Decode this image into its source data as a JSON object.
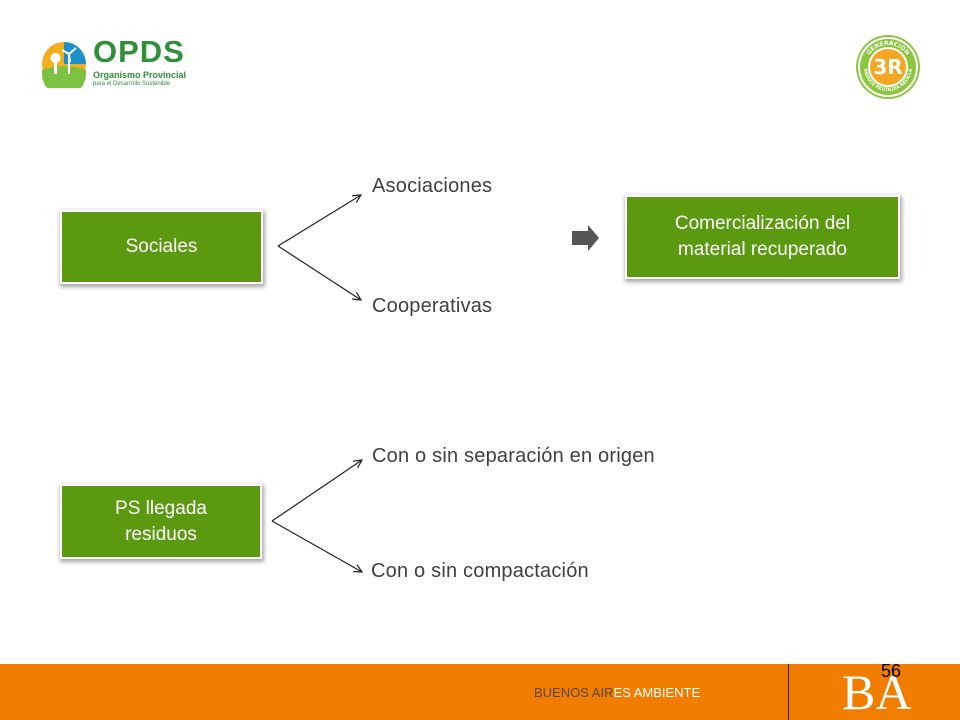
{
  "header": {
    "opds_logo": {
      "title": "OPDS",
      "subtitle": "Organismo Provincial",
      "subtitle2": "para el Desarrollo Sostenible"
    },
    "badge_logo": {
      "top_text": "GENERACION",
      "main": "3R",
      "bottom_text": "REDUCE REUTILIZA RECICLA"
    }
  },
  "diagram": {
    "group1": {
      "box_label": "Sociales",
      "branches": [
        "Asociaciones",
        "Cooperativas"
      ],
      "result_label": "Comercialización del material recuperado"
    },
    "group2": {
      "box_label": "PS llegada residuos",
      "branches": [
        "Con o sin separación en origen",
        "Con o sin compactación"
      ]
    }
  },
  "footer": {
    "brand_part1": "BUENOS AIR",
    "brand_part2": "ES AMBIENTE",
    "ba_mark": "BA",
    "page_number": "56"
  },
  "colors": {
    "box_green": "#5b9a10",
    "footer_orange": "#f07c00",
    "text_gray": "#404040"
  }
}
